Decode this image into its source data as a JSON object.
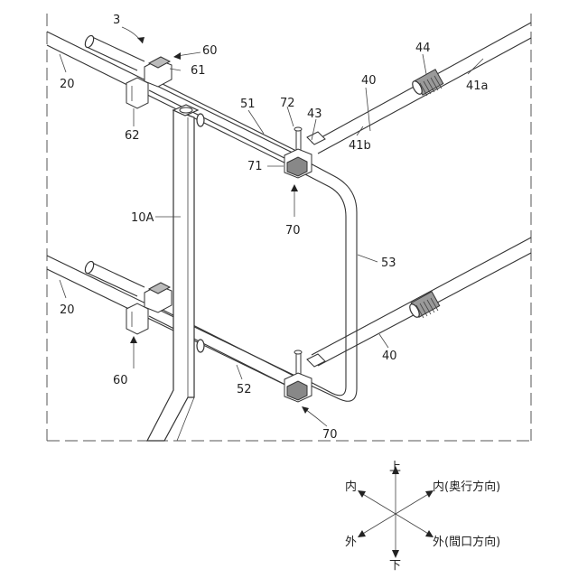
{
  "figure": {
    "labels": {
      "l3": "3",
      "l60_top": "60",
      "l61": "61",
      "l20_top": "20",
      "l62": "62",
      "l51": "51",
      "l72": "72",
      "l43": "43",
      "l40_top": "40",
      "l44": "44",
      "l41a": "41a",
      "l41b": "41b",
      "l71": "71",
      "l70_top": "70",
      "l10A": "10A",
      "l53": "53",
      "l20_bot": "20",
      "l60_bot": "60",
      "l40_bot": "40",
      "l52": "52",
      "l70_bot": "70"
    }
  },
  "compass": {
    "up": "上",
    "down": "下",
    "inner_left": "内",
    "outer_left": "外",
    "inner_right": "内(奥行方向)",
    "outer_right": "外(間口方向)"
  }
}
